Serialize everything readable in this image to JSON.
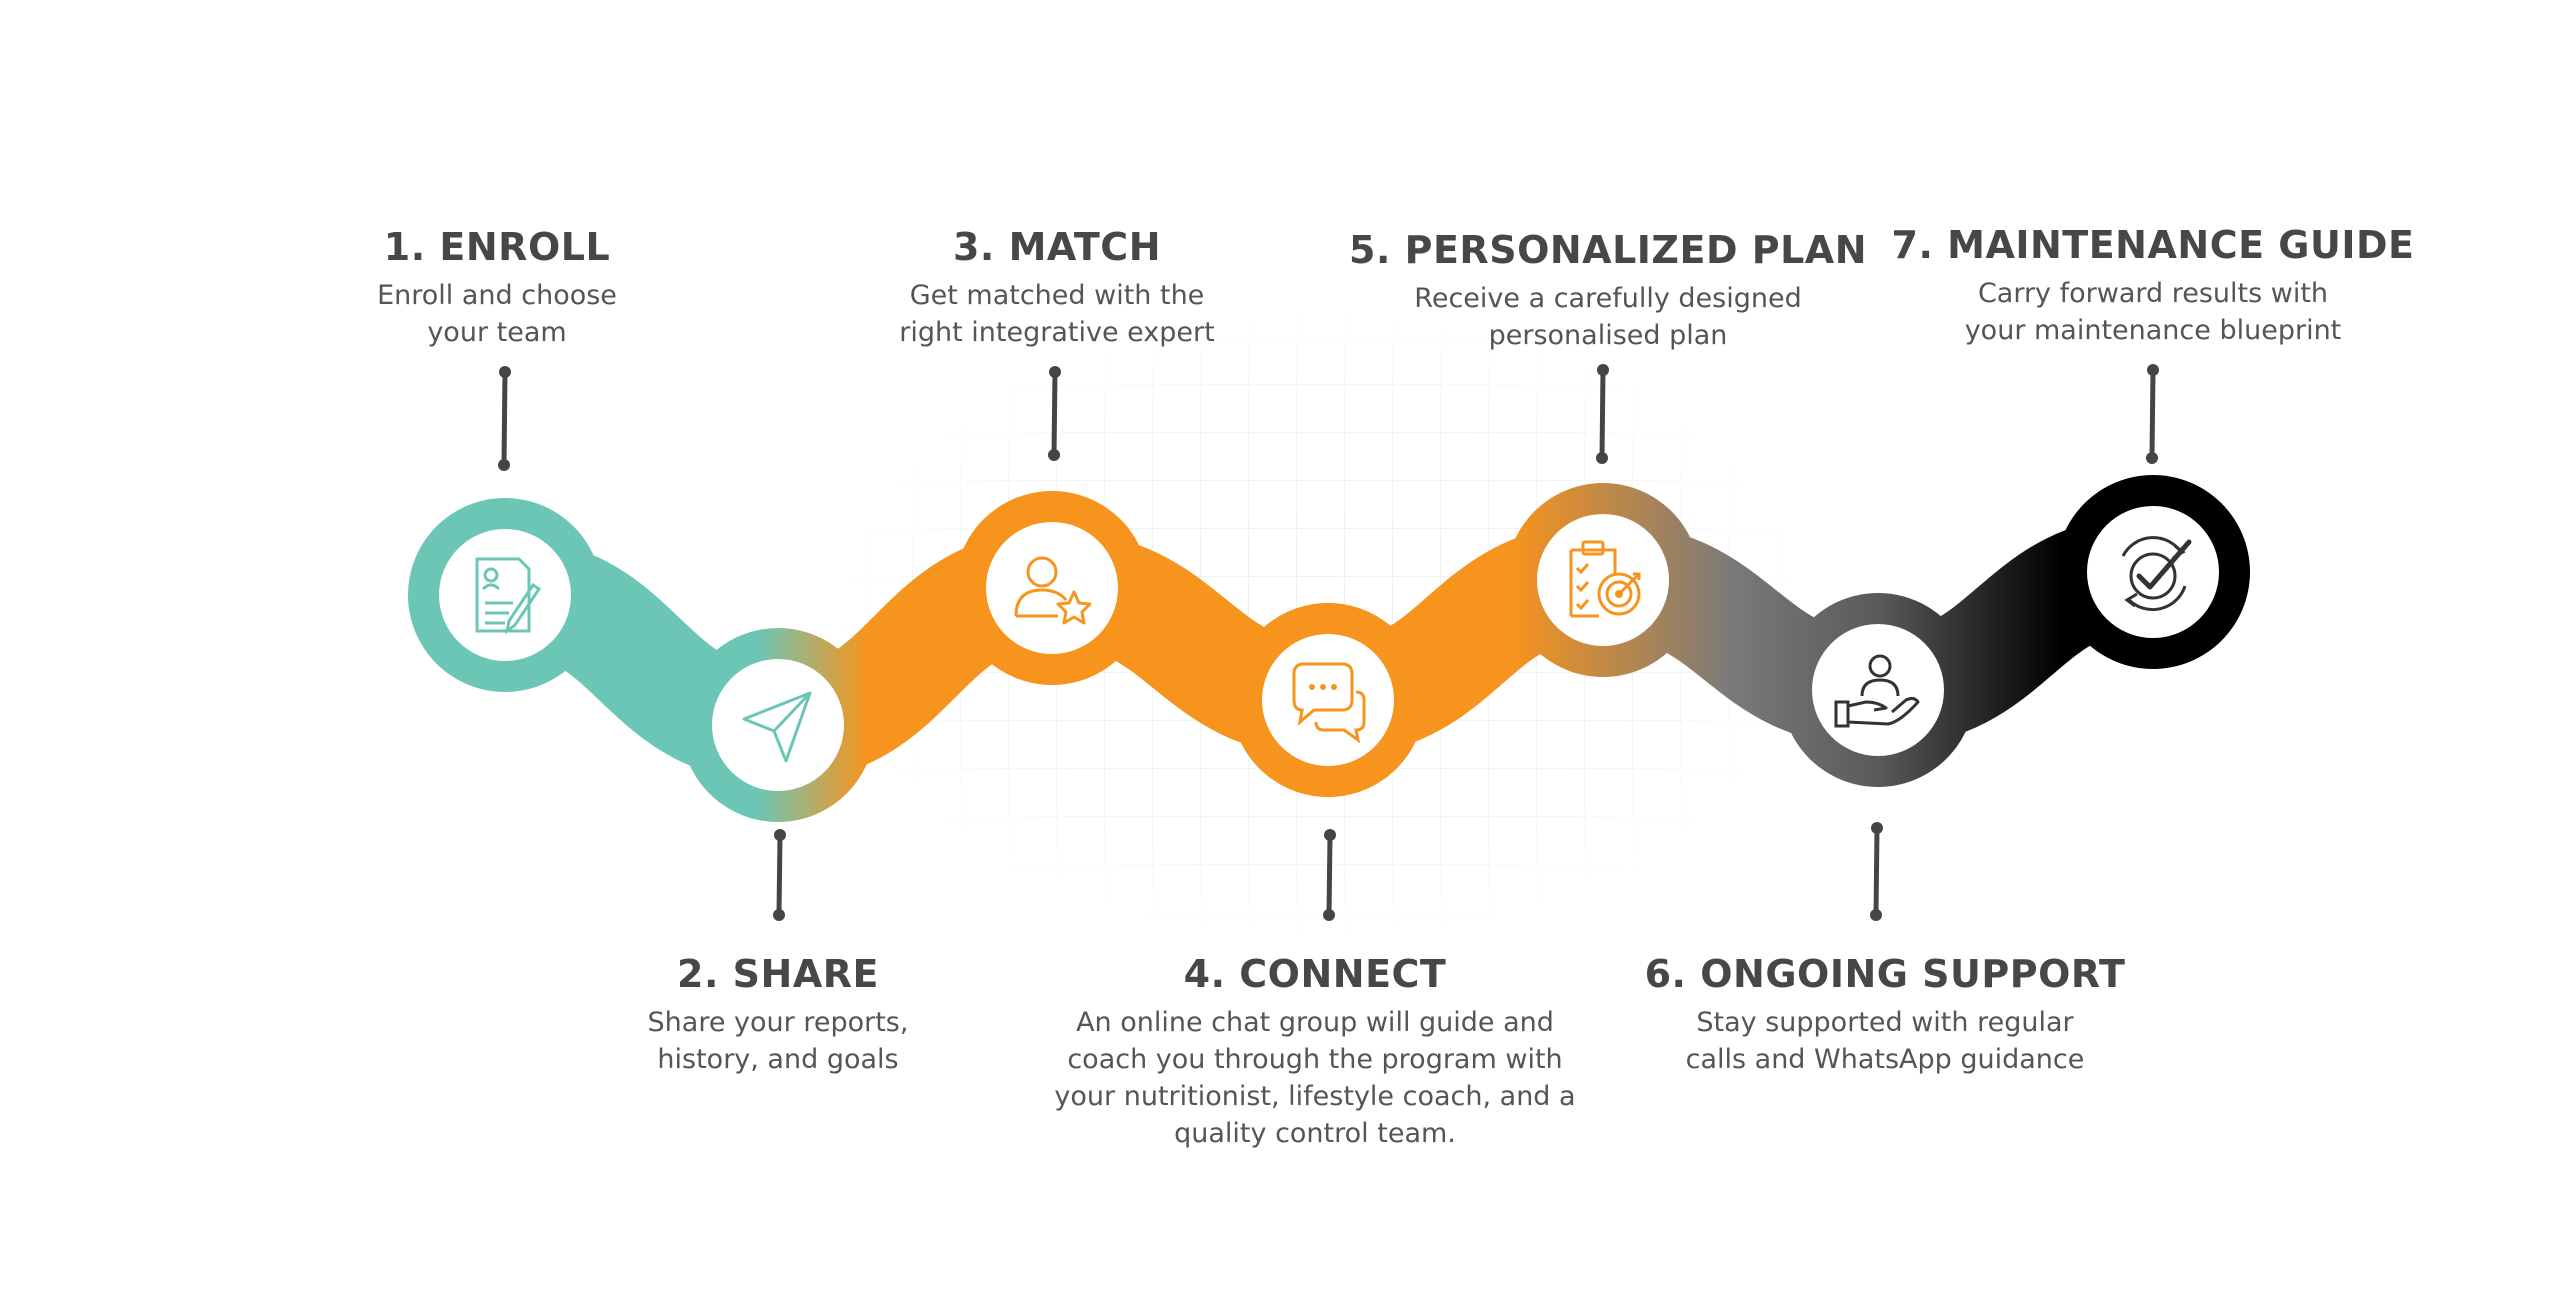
{
  "steps": [
    {
      "number": "1.",
      "title": "ENROLL",
      "desc": [
        "Enroll and choose",
        "your team"
      ],
      "icon": "form-pencil-icon",
      "color": "#6CC6B6"
    },
    {
      "number": "2.",
      "title": "SHARE",
      "desc": [
        "Share your reports,",
        "history, and goals"
      ],
      "icon": "paper-plane-icon",
      "color": "#6CC6B6"
    },
    {
      "number": "3.",
      "title": "MATCH",
      "desc": [
        "Get matched with the",
        "right integrative expert"
      ],
      "icon": "user-star-icon",
      "color": "#F7941D"
    },
    {
      "number": "4.",
      "title": "CONNECT",
      "desc": [
        "An online chat group will guide and",
        "coach you through the program with",
        "your nutritionist, lifestyle coach, and a",
        "quality control team."
      ],
      "icon": "chat-bubbles-icon",
      "color": "#F7941D"
    },
    {
      "number": "5.",
      "title": "PERSONALIZED PLAN",
      "desc": [
        "Receive a carefully designed",
        "personalised plan"
      ],
      "icon": "clipboard-target-icon",
      "color": "#F7941D"
    },
    {
      "number": "6.",
      "title": "ONGOING SUPPORT",
      "desc": [
        "Stay supported with regular",
        "calls and WhatsApp guidance"
      ],
      "icon": "hand-person-icon",
      "color": "#666666"
    },
    {
      "number": "7.",
      "title": "MAINTENANCE GUIDE",
      "desc": [
        "Carry forward results with",
        "your maintenance blueprint"
      ],
      "icon": "cycle-check-icon",
      "color": "#111111"
    }
  ],
  "colors": {
    "teal": "#6CC6B6",
    "orange": "#F7941D",
    "gray": "#6B6B6B",
    "black": "#000000",
    "connector": "#454545",
    "text": "#474747"
  }
}
